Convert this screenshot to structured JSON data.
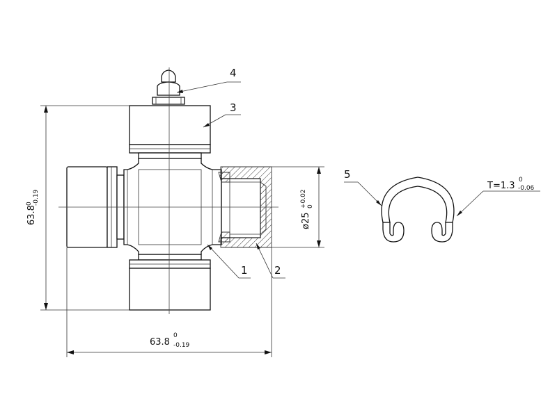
{
  "callouts": {
    "part1": "1",
    "part2": "2",
    "part3": "3",
    "part4": "4",
    "part5": "5"
  },
  "dimensions": {
    "vertical": {
      "nominal": "63.8",
      "upper": "0",
      "lower": "-0.19"
    },
    "horizontal": {
      "nominal": "63.8",
      "upper": "0",
      "lower": "-0.19"
    },
    "diameter": {
      "nominal": "ø25",
      "upper": "+0.02",
      "lower": "0"
    },
    "thickness": {
      "nominal": "T=1.3",
      "upper": "0",
      "lower": "-0.06"
    }
  }
}
